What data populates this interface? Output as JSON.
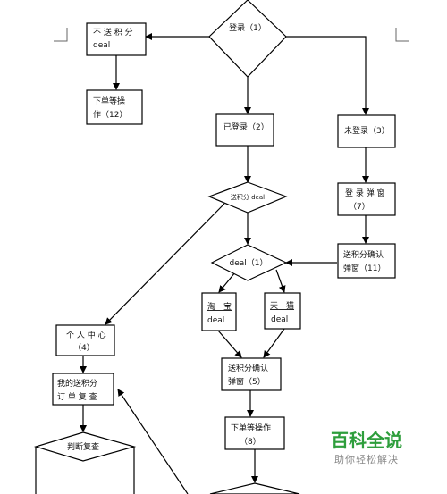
{
  "nodes": {
    "login": "登录（1）",
    "no_points_line1": "不 送 积 分",
    "no_points_line2": "deal",
    "order_left_line1": "下单等操",
    "order_left_line2": "作（12）",
    "logged_in": "已登录（2）",
    "not_logged_in": "未登录（3）",
    "points_deal": "送积分 deal",
    "login_popup_line1": "登 录 弹 窗",
    "login_popup_line2": "（7）",
    "confirm_popup_right_line1": "送积分确认",
    "confirm_popup_right_line2": "弹窗（11）",
    "deal1": "deal（1）",
    "hot_deal_line1": "淘　宝",
    "hot_deal_line2": "deal",
    "tmall_deal_line1": "天　猫",
    "tmall_deal_line2": "deal",
    "user_center_line1": "个 人 中 心",
    "user_center_line2": "（4）",
    "my_points_line1": "我的送积分",
    "my_points_line2": "订 单 复 查",
    "confirm_popup_mid_line1": "送积分确认",
    "confirm_popup_mid_line2": "弹窗（5）",
    "order_mid_line1": "下单等操作",
    "order_mid_line2": "（8）",
    "judge_review": "判断复查"
  },
  "watermark": {
    "title": "百科全说",
    "subtitle": "助你轻松解决",
    "color": "#2e9e3c"
  }
}
